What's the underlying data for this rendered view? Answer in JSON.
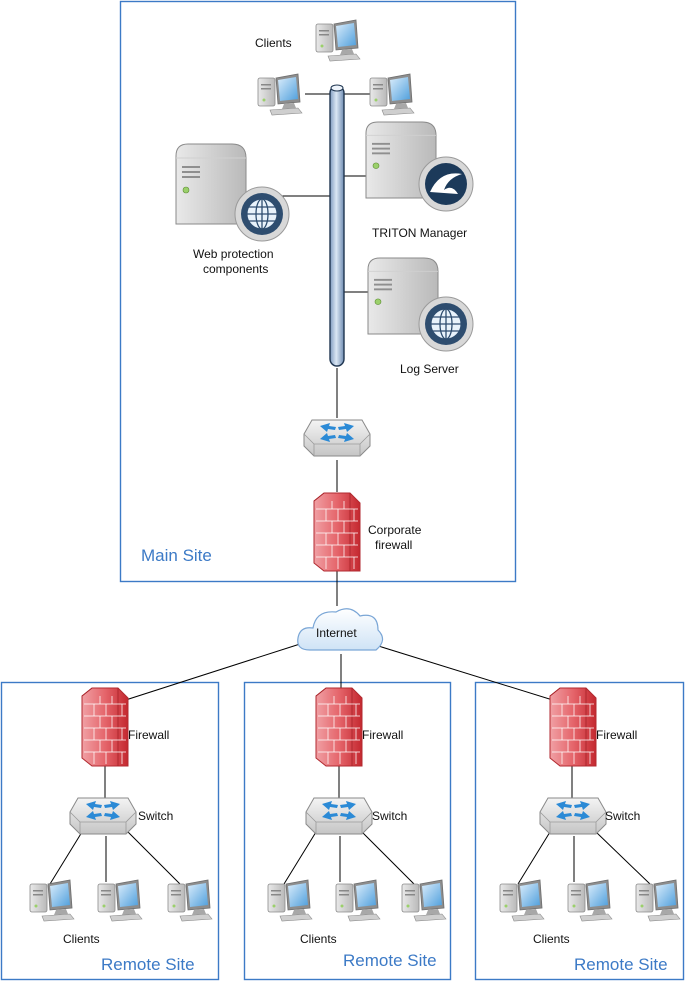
{
  "colors": {
    "site_border": "#3c7ac6",
    "site_label": "#3c7ac6",
    "firewall": "#d9363e",
    "backbone": "#b7cbe3",
    "switch_arrow": "#2b8ad6"
  },
  "main_site": {
    "label": "Main Site",
    "clients_label": "Clients",
    "web_protection_label_line1": "Web protection",
    "web_protection_label_line2": "components",
    "triton_label": "TRITON Manager",
    "log_server_label": "Log Server",
    "firewall_label_line1": "Corporate",
    "firewall_label_line2": "firewall"
  },
  "internet": {
    "label": "Internet",
    "icon": "cloud-icon"
  },
  "remote_sites": [
    {
      "label": "Remote Site",
      "firewall_label": "Firewall",
      "switch_label": "Switch",
      "clients_label": "Clients"
    },
    {
      "label": "Remote Site",
      "firewall_label": "Firewall",
      "switch_label": "Switch",
      "clients_label": "Clients"
    },
    {
      "label": "Remote Site",
      "firewall_label": "Firewall",
      "switch_label": "Switch",
      "clients_label": "Clients"
    }
  ]
}
